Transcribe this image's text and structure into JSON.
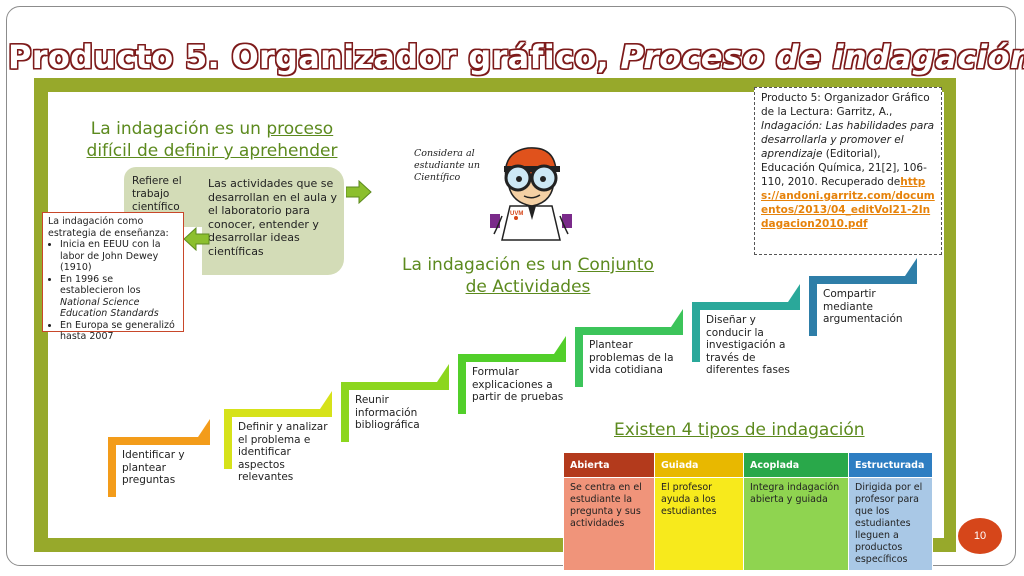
{
  "slide": {
    "title_main": "Producto 5. Organizador gráfico, ",
    "title_italic": "Proceso de indagación",
    "page_number": "10"
  },
  "left": {
    "heading_plain": "La indagación es un ",
    "heading_link1": "proceso",
    "heading_link2": "difícil de definir y aprehender",
    "refiere": "Refiere el trabajo científico",
    "actividades": "Las actividades que se desarrollan en el aula y el laboratorio para conocer, entender y desarrollar ideas científicas",
    "estrategia_title": "La indagación como estrategia de enseñanza:",
    "estrategia_items": [
      "Inicia en EEUU con la labor de John Dewey (1910)",
      "En 1996 se establecieron los ",
      "En Europa se generalizó hasta 2007"
    ],
    "estrategia_italic": "National Science Education Standards"
  },
  "character": {
    "caption": "Considera al estudiante un Científico",
    "badge": "UVM"
  },
  "reference": {
    "line1": "Producto 5: Organizador Gráfico de la Lectura: Garritz, A., ",
    "italic": "Indagación: Las habilidades para desarrollarla y promover el aprendizaje",
    "line2": " (Editorial), Educación Química, 21[2], 106-110, 2010. Recuperado de",
    "link": "https://andoni.garritz.com/documentos/2013/04_editVol21-2Indagacion2010.pdf"
  },
  "conjunto": {
    "heading_plain": "La indagación es un ",
    "heading_link1": "Conjunto",
    "heading_link2": "de Actividades"
  },
  "steps": [
    {
      "label": "Identificar y plantear preguntas",
      "color": "#f39c1a"
    },
    {
      "label": "Definir y analizar el problema e identificar aspectos relevantes",
      "color": "#d6e21a"
    },
    {
      "label": "Reunir información bibliográfica",
      "color": "#8cd61e"
    },
    {
      "label": "Formular explicaciones a partir de pruebas",
      "color": "#52cf2a"
    },
    {
      "label": "Plantear problemas de la vida cotidiana",
      "color": "#3cc45a"
    },
    {
      "label": "Diseñar y conducir la investigación a través de diferentes fases",
      "color": "#2aa89a"
    },
    {
      "label": "Compartir mediante argumentación",
      "color": "#2e7ea8"
    }
  ],
  "tipos": {
    "heading": "Existen 4 tipos de indagación",
    "columns": [
      {
        "header": "Abierta",
        "header_color": "#b33a1c",
        "body": "Se centra en el estudiante la pregunta y sus actividades",
        "body_color": "#f0947a"
      },
      {
        "header": "Guiada",
        "header_color": "#e8b800",
        "body": "El profesor ayuda a los estudiantes",
        "body_color": "#f7ea1c"
      },
      {
        "header": "Acoplada",
        "header_color": "#29a84a",
        "body": "Integra indagación abierta y guiada",
        "body_color": "#8fd450"
      },
      {
        "header": "Estructurada",
        "header_color": "#2e7ec2",
        "body": "Dirigida por el profesor para que los estudiantes lleguen a productos específicos",
        "body_color": "#a9c8e6"
      }
    ]
  }
}
